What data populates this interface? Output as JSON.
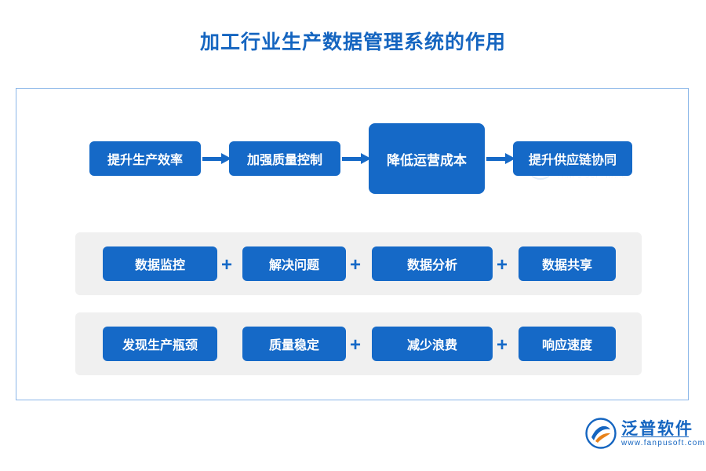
{
  "title": "加工行业生产数据管理系统的作用",
  "flow": {
    "steps": [
      {
        "label": "提升生产效率"
      },
      {
        "label": "加强质量控制"
      },
      {
        "label": "降低运营成本"
      },
      {
        "label": "提升供应链协同"
      }
    ],
    "arrow_icon": "arrow-right-icon"
  },
  "bands": [
    {
      "name": "band-one",
      "tags": [
        "数据监控",
        "解决问题",
        "数据分析",
        "数据共享"
      ],
      "separators": [
        "+",
        "+",
        "+"
      ]
    },
    {
      "name": "band-two",
      "tags": [
        "发现生产瓶颈",
        "质量稳定",
        "减少浪费",
        "响应速度"
      ],
      "separators": [
        "+",
        "+"
      ]
    }
  ],
  "watermark": {
    "name": "泛普软件",
    "sub": "FANPU SOFTWARE"
  },
  "logo": {
    "name": "泛普软件",
    "url": "www.fanpusoft.com"
  },
  "colors": {
    "accent": "#1569c7",
    "title": "#1565c0",
    "panel_border": "#8ab6e8",
    "band_bg": "#f0f0f0"
  }
}
